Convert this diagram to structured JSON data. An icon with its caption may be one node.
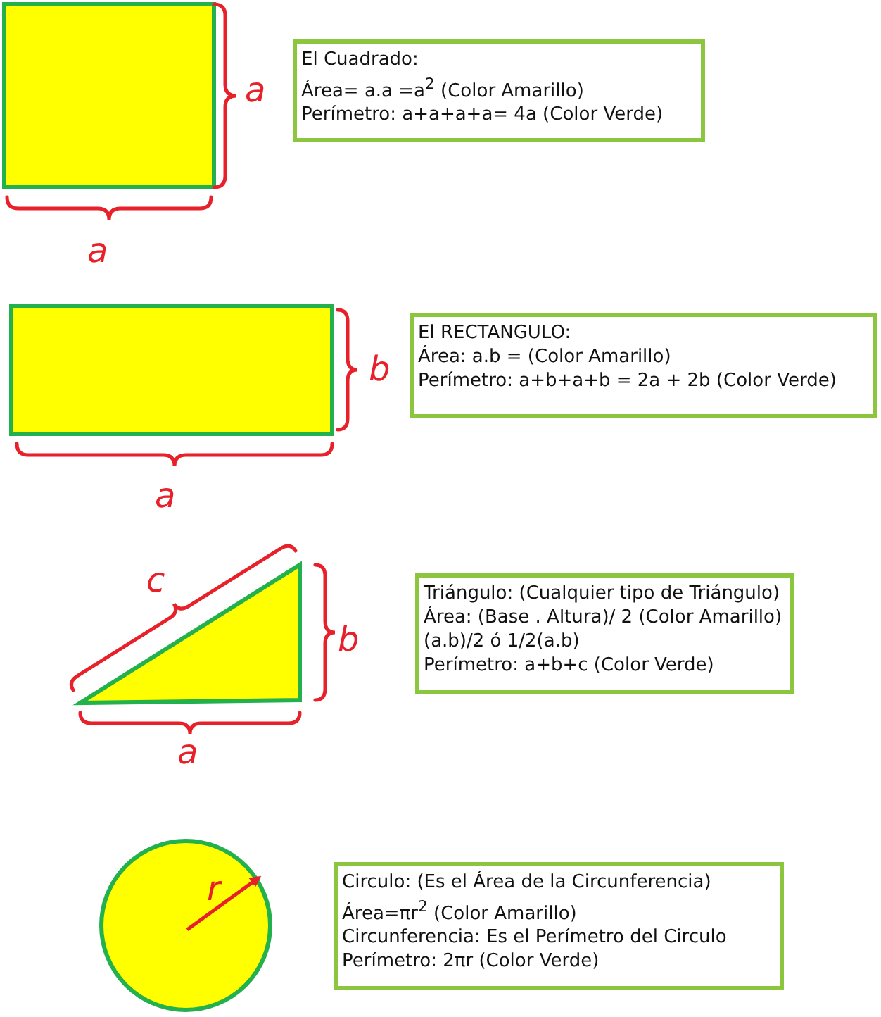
{
  "diagram": {
    "nodes": [
      {
        "text": [],
        "shape": "box"
      },
      {
        "text": [
          "El Cuadrado:",
          "Área= a.a =a$^{2}$ (Color Amarillo)",
          "Perímetro: a+a+a+a= 4a (Color Verde)"
        ]
      },
      {
        "text": [],
        "shape": "box"
      },
      {
        "text": [
          "El RECTANGULO:",
          "Área: a.b = (Color Amarillo)",
          "Perímetro: a+b+a+b = 2a + 2b (Color Verde)"
        ]
      },
      {
        "text": [],
        "shape": "triangle"
      },
      {
        "text": [
          "Triángulo: (Cualquier tipo de Triángulo)",
          "Área: (Base . Altura)/ 2 (Color Amarillo)",
          "(a.b)/2 ó 1/2(a.b)",
          "Perímetro: a+b+c (Color Verde)"
        ]
      },
      {
        "text": [],
        "shape": "circle"
      },
      {
        "text": [
          "Circulo: (Es el Área de la Circunferencia)",
          "Área=πr$^{2}$ (Color Amarillo)",
          "Circunferencia: Es el Perímetro del Circulo",
          "Perímetro: 2πr (Color Verde)"
        ]
      }
    ],
    "edges": [],
    "labels": [
      "a",
      "a",
      "b",
      "a",
      "c",
      "b",
      "a",
      "r"
    ]
  }
}
